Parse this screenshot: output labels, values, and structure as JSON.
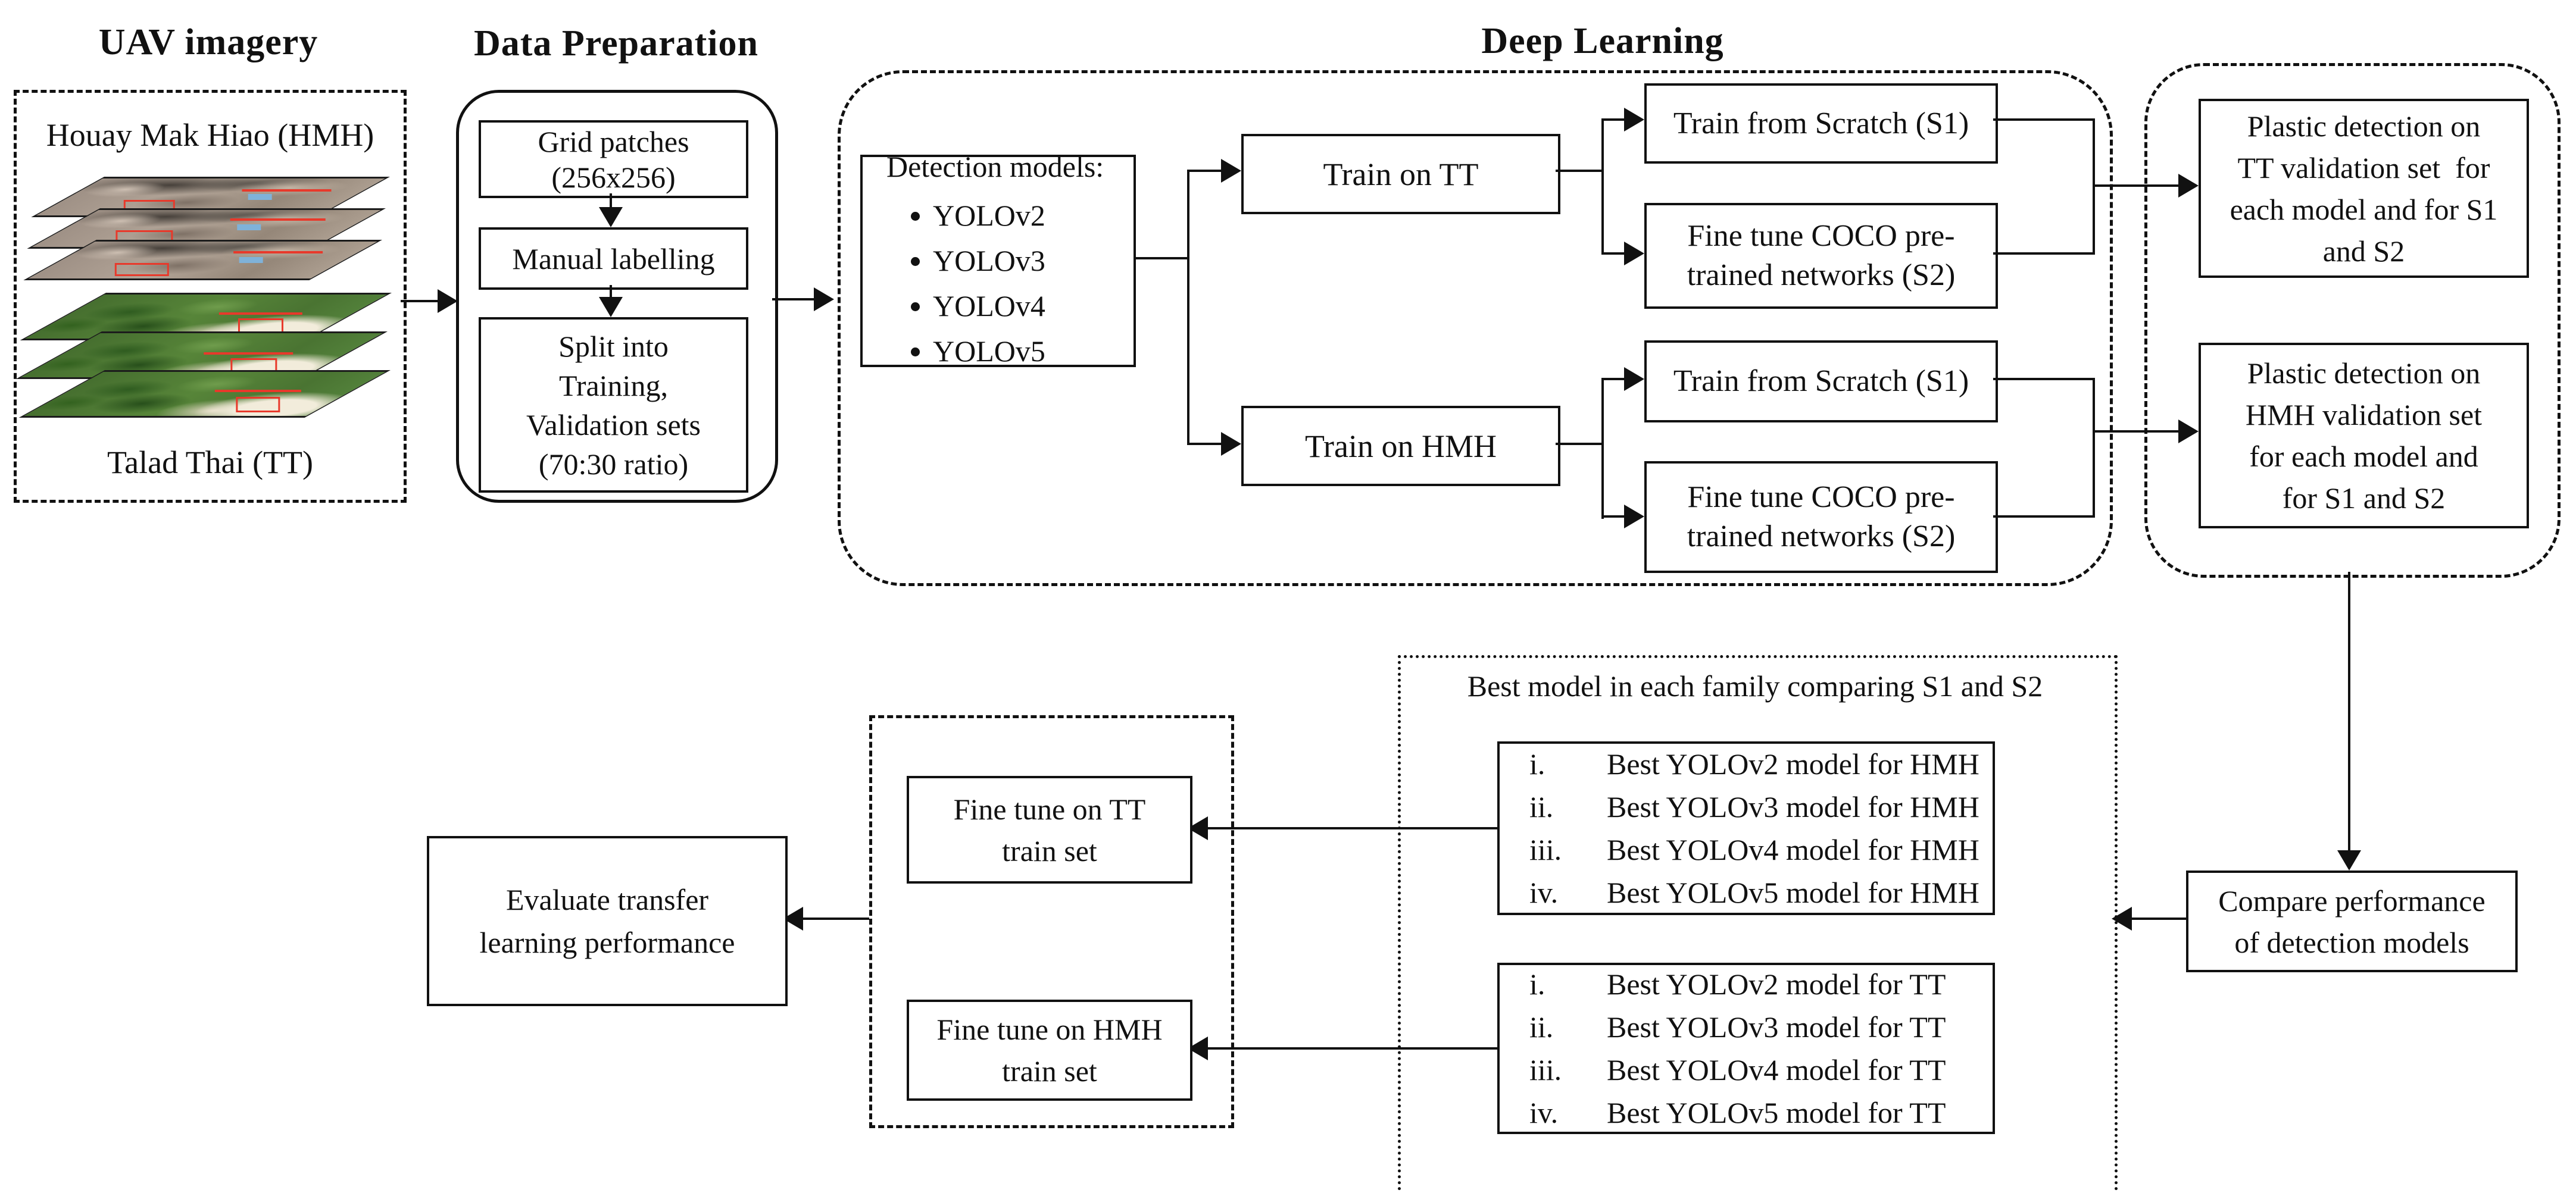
{
  "colors": {
    "line_black": "#111111",
    "annotation_red": "#e8392b",
    "hmh_terrain_base": "#a3958a",
    "tt_vegetation_base": "#4d7a36"
  },
  "titles": {
    "uav": "UAV imagery",
    "data_preparation": "Data Preparation",
    "deep_learning": "Deep Learning"
  },
  "uav": {
    "top_label": "Houay Mak Hiao (HMH)",
    "bottom_label": "Talad Thai (TT)"
  },
  "data_preparation": {
    "steps": [
      "Grid patches\n(256x256)",
      "Manual labelling",
      "Split into\nTraining,\nValidation sets\n(70:30 ratio)"
    ]
  },
  "deep_learning": {
    "detection_models": {
      "heading": "Detection models:",
      "items": [
        "YOLOv2",
        "YOLOv3",
        "YOLOv4",
        "YOLOv5"
      ]
    },
    "train_tt": "Train on TT",
    "train_hmh": "Train on HMH",
    "scratch_tt": "Train from Scratch (S1)",
    "finetune_tt": "Fine tune COCO pre-\ntrained networks (S2)",
    "scratch_hmh": "Train from Scratch (S1)",
    "finetune_hmh": "Fine tune COCO pre-\ntrained networks (S2)"
  },
  "validation": {
    "tt": "Plastic detection on\nTT validation set  for\neach model and for S1\nand S2",
    "hmh": "Plastic detection on\nHMH validation set\nfor each model and\nfor S1 and S2"
  },
  "flow": {
    "compare": "Compare performance\nof detection models",
    "evaluate": "Evaluate transfer\nlearning performance"
  },
  "best_models": {
    "title": "Best model in each family comparing S1 and S2",
    "hmh": [
      {
        "n": "i.",
        "label": "Best YOLOv2 model for HMH"
      },
      {
        "n": "ii.",
        "label": "Best YOLOv3 model for HMH"
      },
      {
        "n": "iii.",
        "label": "Best YOLOv4 model for HMH"
      },
      {
        "n": "iv.",
        "label": "Best YOLOv5 model for HMH"
      }
    ],
    "tt": [
      {
        "n": "i.",
        "label": "Best YOLOv2 model for TT"
      },
      {
        "n": "ii.",
        "label": "Best YOLOv3 model for TT"
      },
      {
        "n": "iii.",
        "label": "Best YOLOv4 model for TT"
      },
      {
        "n": "iv.",
        "label": "Best YOLOv5 model for TT"
      }
    ]
  },
  "fine_tune": {
    "tt": "Fine tune on TT\ntrain set",
    "hmh": "Fine tune on HMH\ntrain set"
  }
}
